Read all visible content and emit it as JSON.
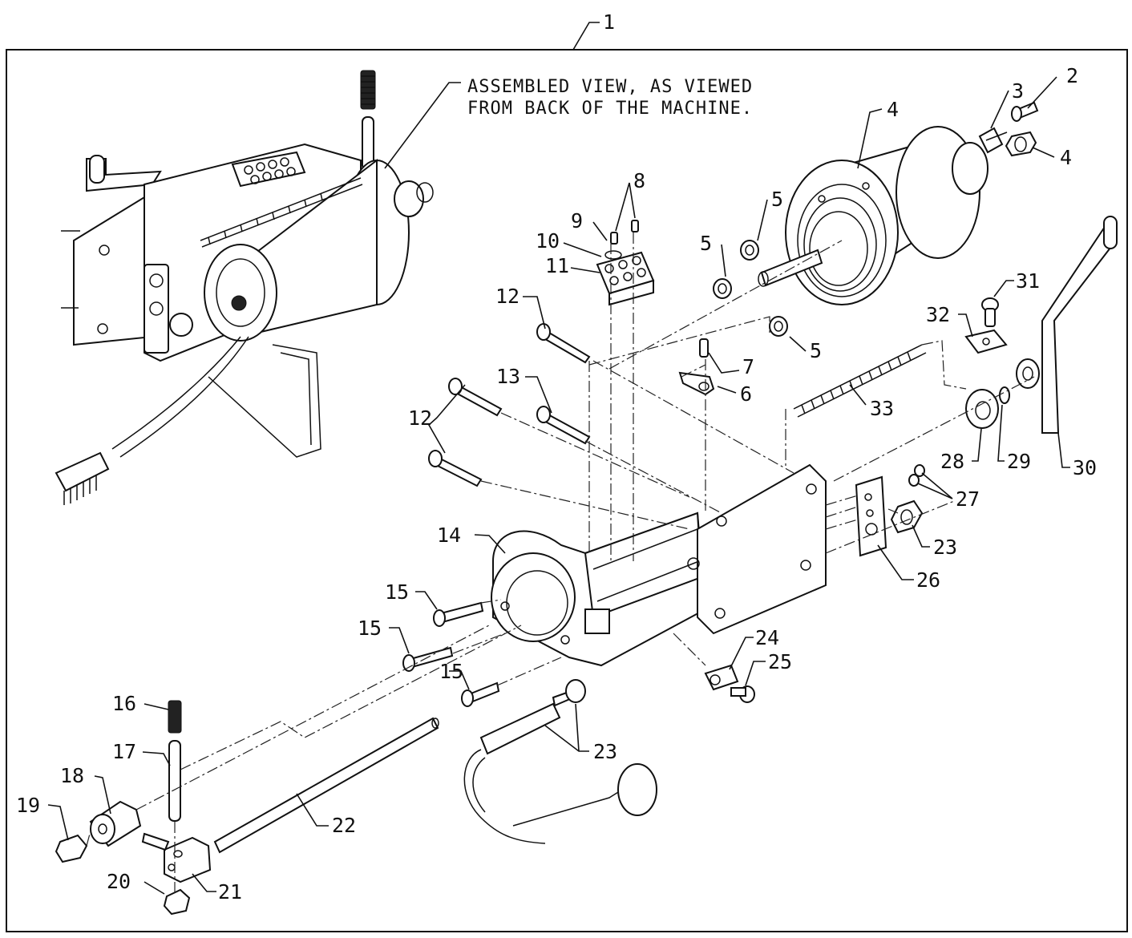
{
  "note_lines": [
    "ASSEMBLED VIEW, AS VIEWED",
    "FROM BACK OF THE MACHINE."
  ],
  "callouts": [
    {
      "id": "c1",
      "text": "1"
    },
    {
      "id": "c2",
      "text": "2"
    },
    {
      "id": "c3",
      "text": "3"
    },
    {
      "id": "c4a",
      "text": "4"
    },
    {
      "id": "c4b",
      "text": "4"
    },
    {
      "id": "c5a",
      "text": "5"
    },
    {
      "id": "c5b",
      "text": "5"
    },
    {
      "id": "c5c",
      "text": "5"
    },
    {
      "id": "c6",
      "text": "6"
    },
    {
      "id": "c7",
      "text": "7"
    },
    {
      "id": "c8",
      "text": "8"
    },
    {
      "id": "c9",
      "text": "9"
    },
    {
      "id": "c10",
      "text": "10"
    },
    {
      "id": "c11",
      "text": "11"
    },
    {
      "id": "c12a",
      "text": "12"
    },
    {
      "id": "c12b",
      "text": "12"
    },
    {
      "id": "c13",
      "text": "13"
    },
    {
      "id": "c14",
      "text": "14"
    },
    {
      "id": "c15a",
      "text": "15"
    },
    {
      "id": "c15b",
      "text": "15"
    },
    {
      "id": "c15c",
      "text": "15"
    },
    {
      "id": "c16",
      "text": "16"
    },
    {
      "id": "c17",
      "text": "17"
    },
    {
      "id": "c18",
      "text": "18"
    },
    {
      "id": "c19",
      "text": "19"
    },
    {
      "id": "c20",
      "text": "20"
    },
    {
      "id": "c21",
      "text": "21"
    },
    {
      "id": "c22",
      "text": "22"
    },
    {
      "id": "c23a",
      "text": "23"
    },
    {
      "id": "c23b",
      "text": "23"
    },
    {
      "id": "c24",
      "text": "24"
    },
    {
      "id": "c25",
      "text": "25"
    },
    {
      "id": "c26",
      "text": "26"
    },
    {
      "id": "c27",
      "text": "27"
    },
    {
      "id": "c28",
      "text": "28"
    },
    {
      "id": "c29",
      "text": "29"
    },
    {
      "id": "c30",
      "text": "30"
    },
    {
      "id": "c31",
      "text": "31"
    },
    {
      "id": "c32",
      "text": "32"
    },
    {
      "id": "c33",
      "text": "33"
    }
  ]
}
